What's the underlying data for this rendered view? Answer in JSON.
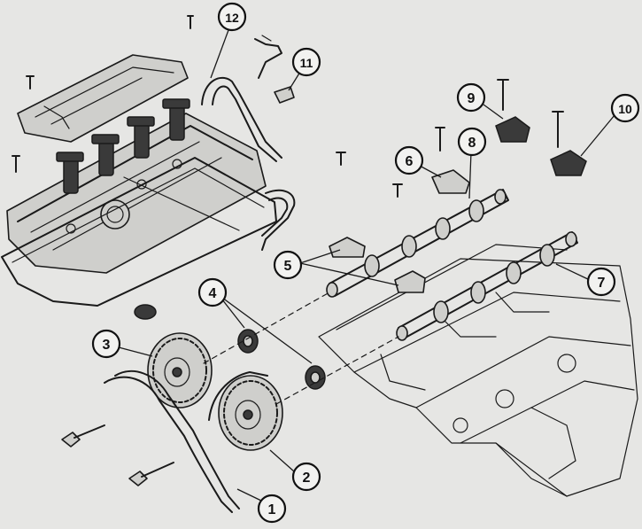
{
  "callouts": [
    {
      "id": "1",
      "label": "1"
    },
    {
      "id": "2",
      "label": "2"
    },
    {
      "id": "3",
      "label": "3"
    },
    {
      "id": "4",
      "label": "4"
    },
    {
      "id": "5",
      "label": "5"
    },
    {
      "id": "6",
      "label": "6"
    },
    {
      "id": "7",
      "label": "7"
    },
    {
      "id": "8",
      "label": "8"
    },
    {
      "id": "9",
      "label": "9"
    },
    {
      "id": "10",
      "label": "10"
    },
    {
      "id": "11",
      "label": "11"
    },
    {
      "id": "12",
      "label": "12"
    }
  ],
  "colors": {
    "background": "#e6e6e4",
    "ink": "#1a1a1a"
  }
}
